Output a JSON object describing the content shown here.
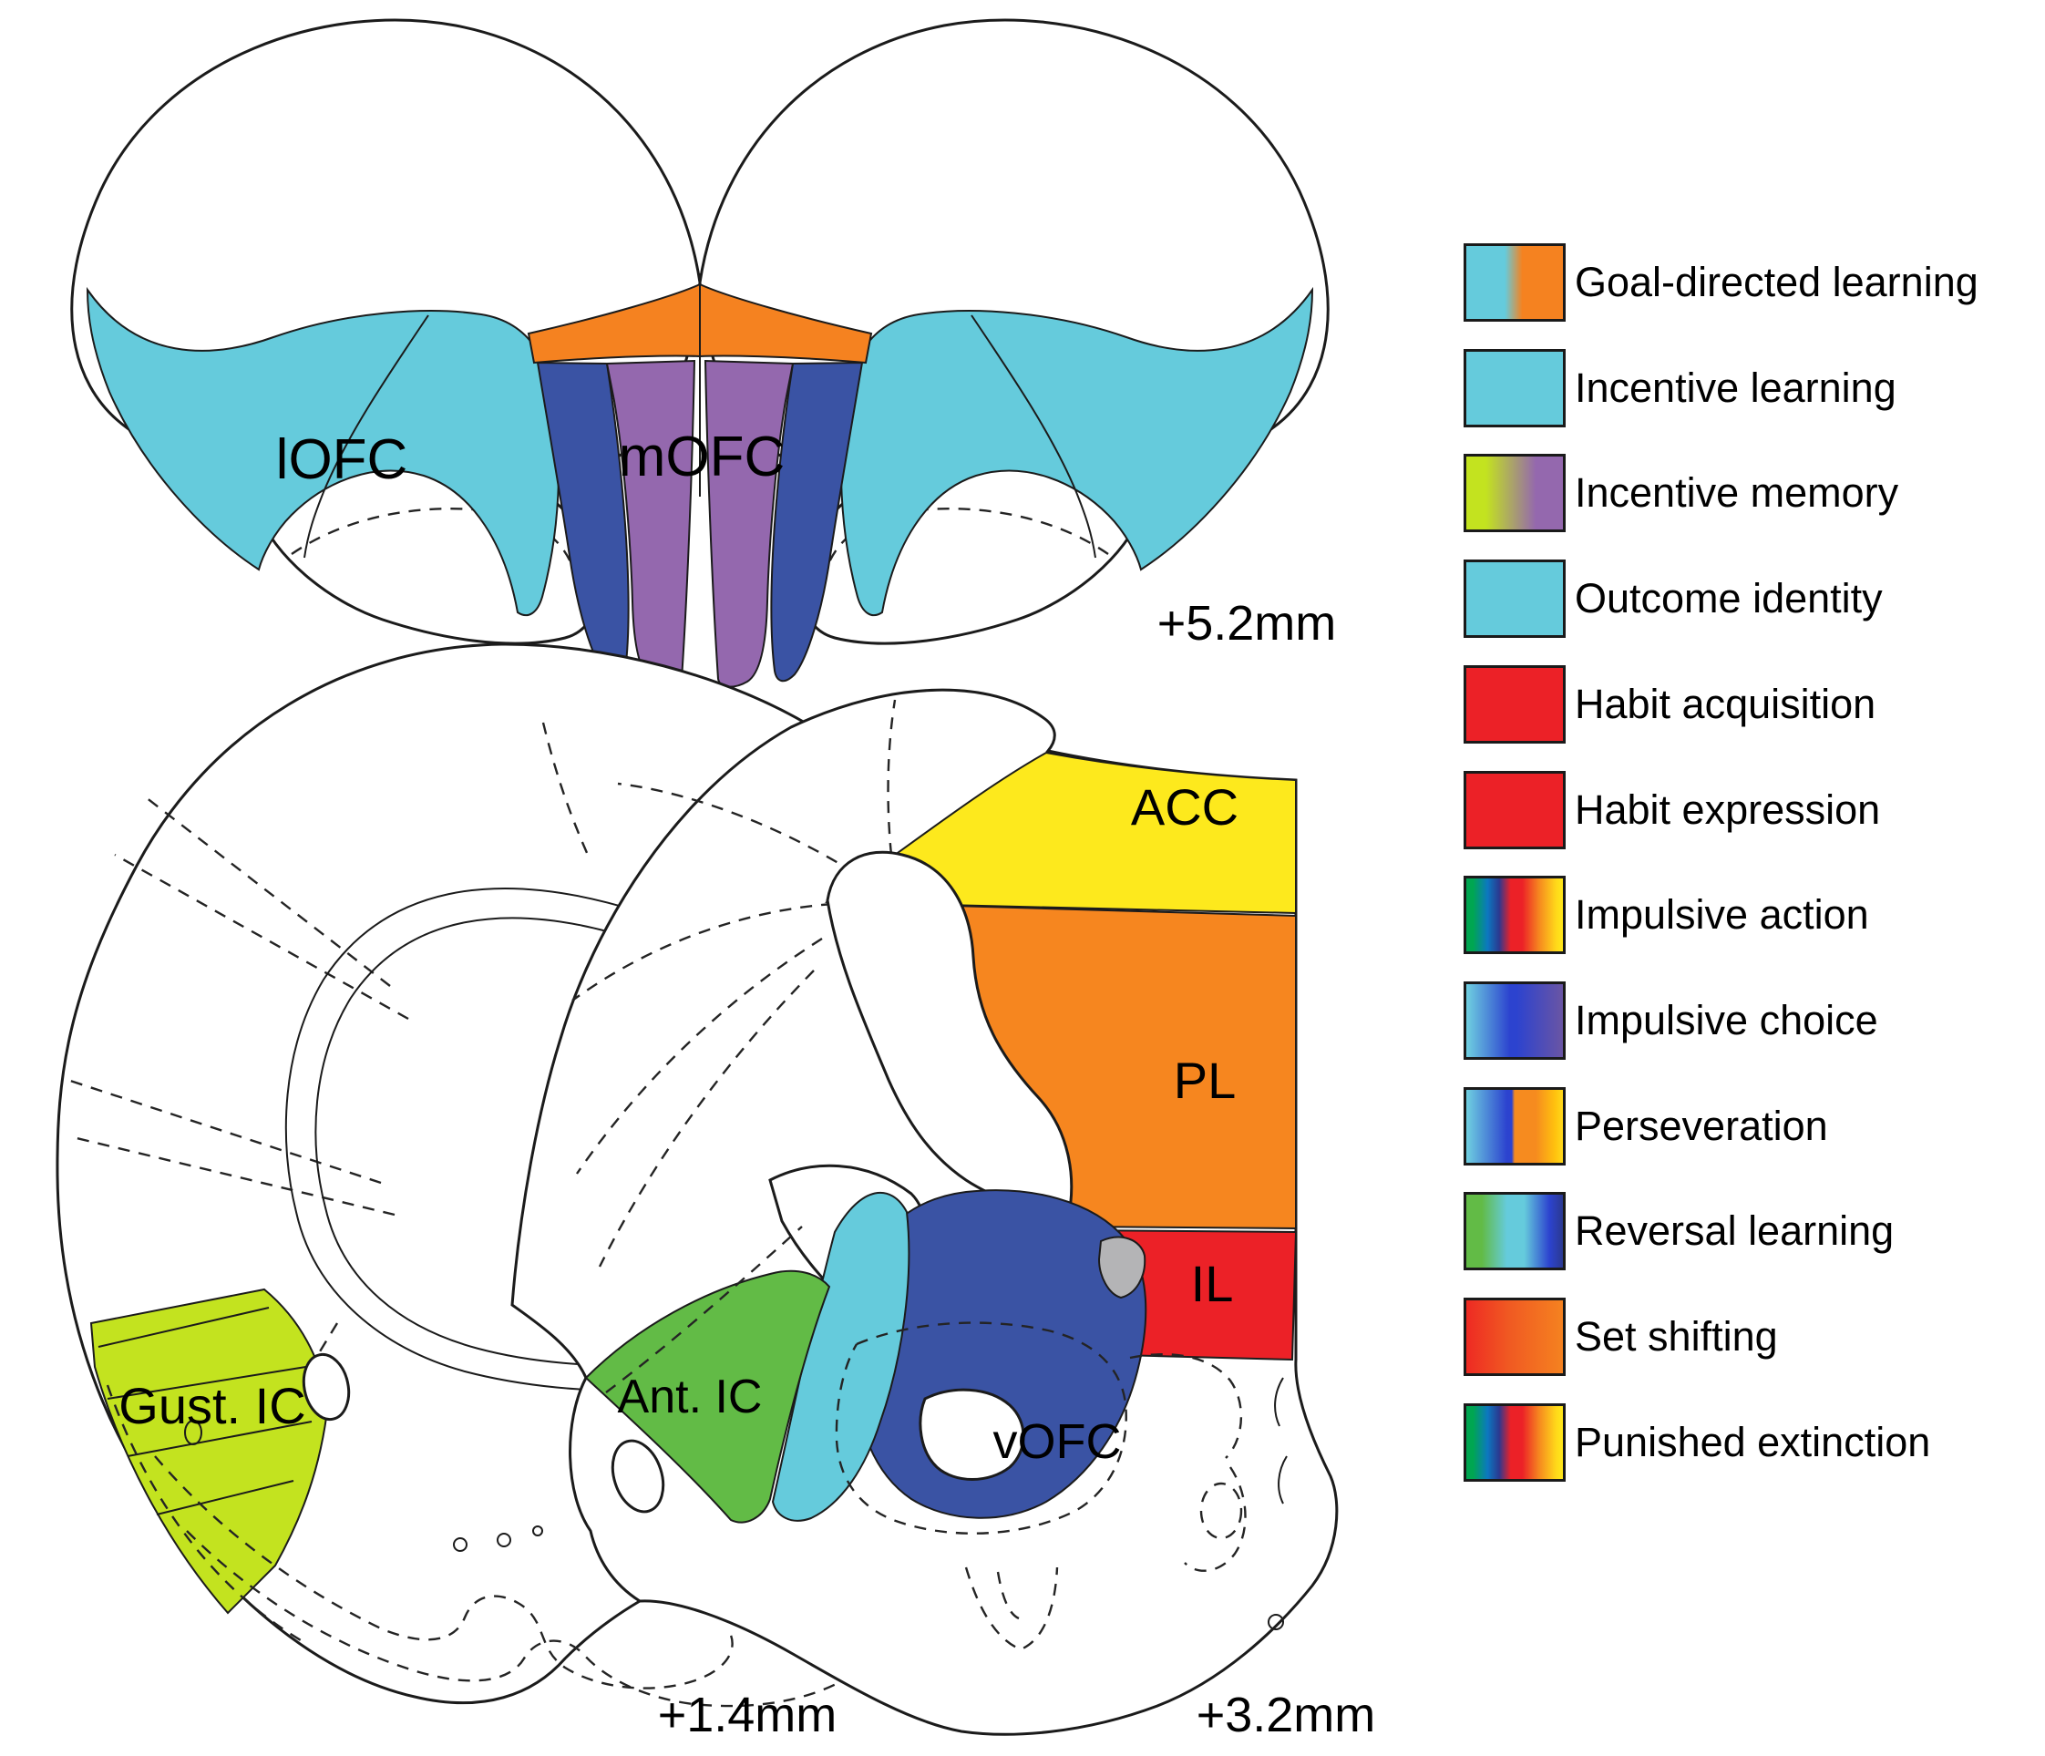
{
  "sections": [
    {
      "bregma": "+5.2mm",
      "regions": [
        {
          "name": "lOFC",
          "color": "#65cbdc"
        },
        {
          "name": "mOFC",
          "color": "#9468ae"
        }
      ]
    },
    {
      "bregma": "+1.4mm",
      "regions": [
        {
          "name": "Gust. IC",
          "color": "#c3e31f"
        }
      ]
    },
    {
      "bregma": "+3.2mm",
      "regions": [
        {
          "name": "ACC",
          "color": "#fde91d"
        },
        {
          "name": "PL",
          "color": "#f6861f"
        },
        {
          "name": "IL",
          "color": "#ec2127"
        },
        {
          "name": "vOFC",
          "color": "#3a53a4"
        },
        {
          "name": "Ant. IC",
          "color": "#62bb46"
        }
      ]
    }
  ],
  "legend": {
    "items": [
      {
        "label": "Goal-directed learning",
        "colors": [
          "#65cbdc",
          "#f58220"
        ]
      },
      {
        "label": "Incentive learning",
        "colors": [
          "#65cbdc"
        ]
      },
      {
        "label": "Incentive memory",
        "colors": [
          "#c3e31f",
          "#9468ae"
        ]
      },
      {
        "label": "Outcome identity",
        "colors": [
          "#65cbdc"
        ]
      },
      {
        "label": "Habit acquisition",
        "colors": [
          "#ec2127"
        ]
      },
      {
        "label": "Habit expression",
        "colors": [
          "#ec2127"
        ]
      },
      {
        "label": "Impulsive action",
        "colors": [
          "#00a651",
          "#2b3990",
          "#ec2127",
          "#f68b1f",
          "#ffe81a"
        ]
      },
      {
        "label": "Impulsive choice",
        "colors": [
          "#6fd0e0",
          "#2c43cf",
          "#6a55a4"
        ]
      },
      {
        "label": "Perseveration",
        "colors": [
          "#6fd0e0",
          "#2c43cf",
          "#f68b1f",
          "#ffd91a"
        ]
      },
      {
        "label": "Reversal learning",
        "colors": [
          "#62bb46",
          "#65cbdc",
          "#2b3990"
        ]
      },
      {
        "label": "Set shifting",
        "colors": [
          "#ee2a23",
          "#f58220"
        ]
      },
      {
        "label": "Punished extinction",
        "colors": [
          "#00a651",
          "#2b3990",
          "#ec2127",
          "#f68b1f",
          "#ffe81a"
        ]
      }
    ]
  },
  "palette": {
    "cyan": "#65cbdc",
    "orange": "#f58220",
    "purple": "#9468ae",
    "dark_blue": "#3a53a4",
    "yellow": "#fde91d",
    "red": "#ec2127",
    "green": "#62bb46",
    "chartreuse": "#c3e31f",
    "gray": "#b4b4b6"
  }
}
